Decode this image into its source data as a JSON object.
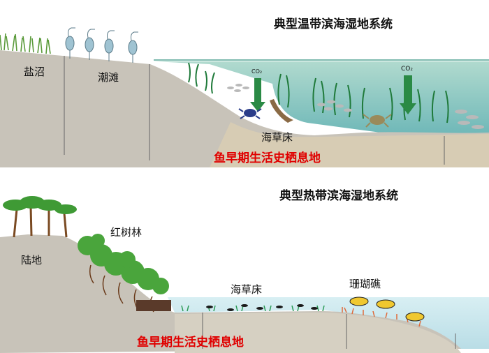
{
  "colors": {
    "highlight_red": "#e00000",
    "sky": "#ffffff",
    "ground": "#c9c4ba",
    "sand": "#d8cdb6",
    "water_temperate": "#bfe2d7",
    "water_tropical": "#cfe9ee",
    "seagrass": "#1f7a3a",
    "mangrove": "#3f9a35"
  },
  "icons": [
    "heron-icon",
    "crab-icon",
    "fish-school-icon",
    "co2-arrow-icon",
    "mangrove-tree-icon",
    "coral-icon",
    "reef-fish-icon",
    "palm-tree-icon"
  ],
  "temperate": {
    "title": "典型温带滨海湿地系统",
    "zones": {
      "salt_marsh": "盐沼",
      "tidal_flat": "潮滩",
      "seagrass_bed": "海草床"
    },
    "co2_labels": [
      "CO₂",
      "CO₂"
    ],
    "nursery_label": "鱼早期生活史栖息地"
  },
  "tropical": {
    "title": "典型热带滨海湿地系统",
    "zones": {
      "land": "陆地",
      "mangrove": "红树林",
      "seagrass_bed": "海草床",
      "coral_reef": "珊瑚礁"
    },
    "nursery_label": "鱼早期生活史栖息地"
  }
}
